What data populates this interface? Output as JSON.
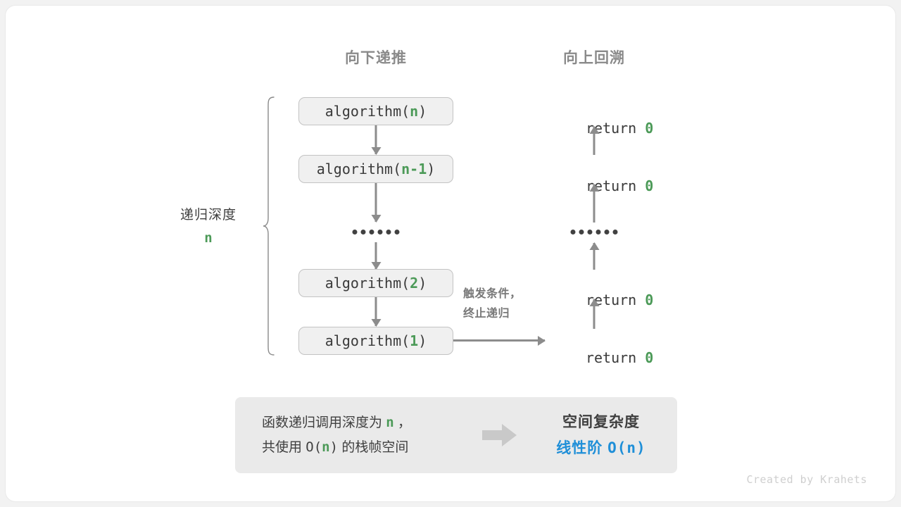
{
  "headers": {
    "down": "向下递推",
    "up": "向上回溯"
  },
  "depth": {
    "label": "递归深度",
    "value": "n"
  },
  "call_stack": [
    {
      "prefix": "algorithm(",
      "arg": "n",
      "suffix": ")"
    },
    {
      "prefix": "algorithm(",
      "arg": "n-1",
      "suffix": ")"
    },
    {
      "prefix": "algorithm(",
      "arg": "2",
      "suffix": ")"
    },
    {
      "prefix": "algorithm(",
      "arg": "1",
      "suffix": ")"
    }
  ],
  "returns": {
    "keyword": "return ",
    "value": "0"
  },
  "terminate": {
    "line1": "触发条件，",
    "line2": "终止递归"
  },
  "summary": {
    "left_line1_a": "函数递归调用深度为 ",
    "left_line1_var": "n",
    "left_line1_b": " ，",
    "left_line2_a": "共使用 ",
    "left_line2_mono_a": "O(",
    "left_line2_var": "n",
    "left_line2_mono_b": ")",
    "left_line2_b": " 的栈帧空间",
    "right_title": "空间复杂度",
    "right_value_text": "线性阶 ",
    "right_value_mono": "O(n)"
  },
  "credit": "Created by Krahets",
  "colors": {
    "accent_green": "#4c9a58",
    "accent_blue": "#1f8fd8",
    "box_fill": "#f0f0f0",
    "box_border": "#c3c3c3",
    "arrow_gray": "#8c8c8c",
    "header_gray": "#8a8a8a",
    "panel_fill": "#eaeaea"
  }
}
